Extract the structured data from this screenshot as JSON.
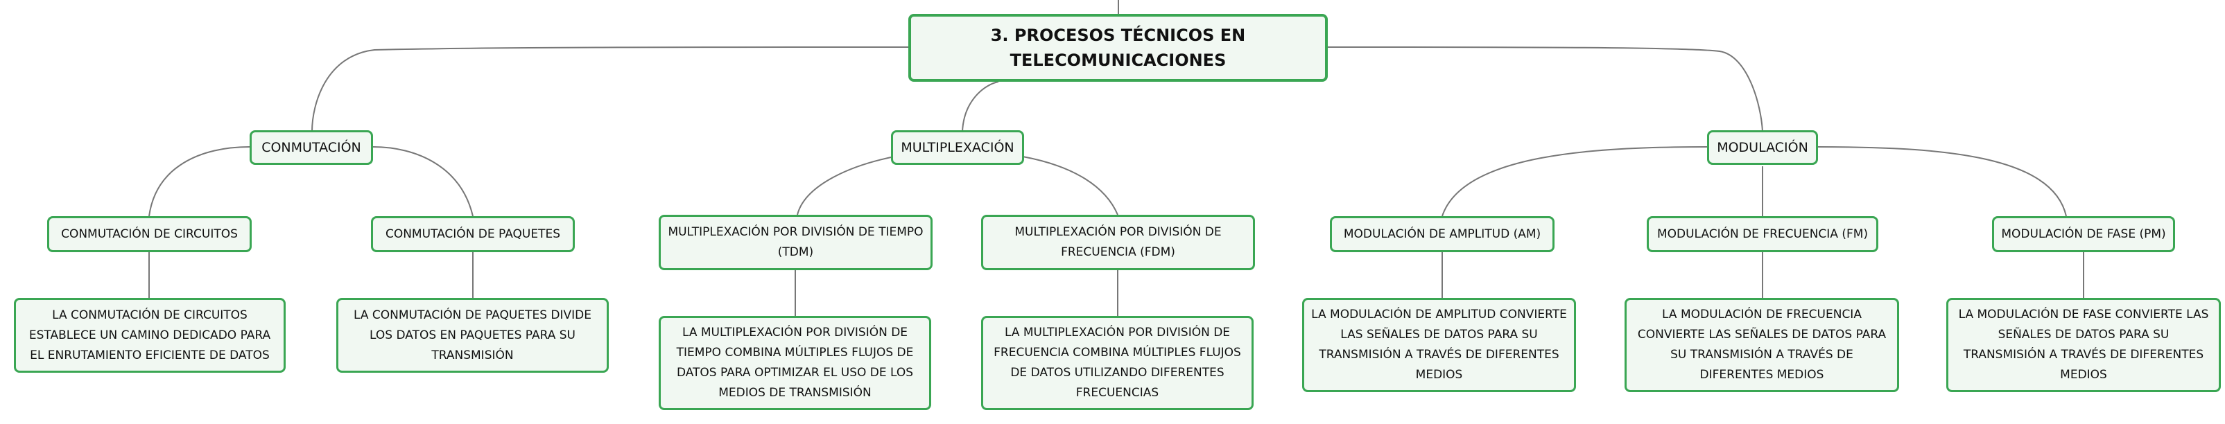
{
  "root": {
    "label": "3. PROCESOS TÉCNICOS EN TELECOMUNICACIONES"
  },
  "branches": [
    {
      "label": "CONMUTACIÓN",
      "children": [
        {
          "label": "CONMUTACIÓN DE CIRCUITOS",
          "description": "LA CONMUTACIÓN DE CIRCUITOS ESTABLECE UN CAMINO DEDICADO PARA EL ENRUTAMIENTO EFICIENTE DE DATOS"
        },
        {
          "label": "CONMUTACIÓN DE PAQUETES",
          "description": "LA CONMUTACIÓN DE PAQUETES DIVIDE LOS DATOS EN PAQUETES PARA SU TRANSMISIÓN"
        }
      ]
    },
    {
      "label": "MULTIPLEXACIÓN",
      "children": [
        {
          "label": "MULTIPLEXACIÓN POR DIVISIÓN DE TIEMPO (TDM)",
          "description": "LA MULTIPLEXACIÓN POR DIVISIÓN DE TIEMPO COMBINA MÚLTIPLES FLUJOS DE DATOS PARA OPTIMIZAR EL USO DE LOS MEDIOS DE TRANSMISIÓN"
        },
        {
          "label": "MULTIPLEXACIÓN POR DIVISIÓN DE FRECUENCIA (FDM)",
          "description": "LA MULTIPLEXACIÓN POR DIVISIÓN DE FRECUENCIA COMBINA MÚLTIPLES FLUJOS DE DATOS UTILIZANDO DIFERENTES FRECUENCIAS"
        }
      ]
    },
    {
      "label": "MODULACIÓN",
      "children": [
        {
          "label": "MODULACIÓN DE AMPLITUD (AM)",
          "description": "LA MODULACIÓN DE AMPLITUD CONVIERTE LAS SEÑALES DE DATOS PARA SU TRANSMISIÓN A TRAVÉS DE DIFERENTES MEDIOS"
        },
        {
          "label": "MODULACIÓN DE FRECUENCIA (FM)",
          "description": "LA MODULACIÓN DE FRECUENCIA CONVIERTE LAS SEÑALES DE DATOS PARA SU TRANSMISIÓN A TRAVÉS DE DIFERENTES MEDIOS"
        },
        {
          "label": "MODULACIÓN DE FASE (PM)",
          "description": "LA MODULACIÓN DE FASE CONVIERTE LAS SEÑALES DE DATOS PARA SU TRANSMISIÓN A TRAVÉS DE DIFERENTES MEDIOS"
        }
      ]
    }
  ],
  "colors": {
    "node_border": "#3aa653",
    "node_fill": "#f1f8f2",
    "connector": "#777777"
  }
}
